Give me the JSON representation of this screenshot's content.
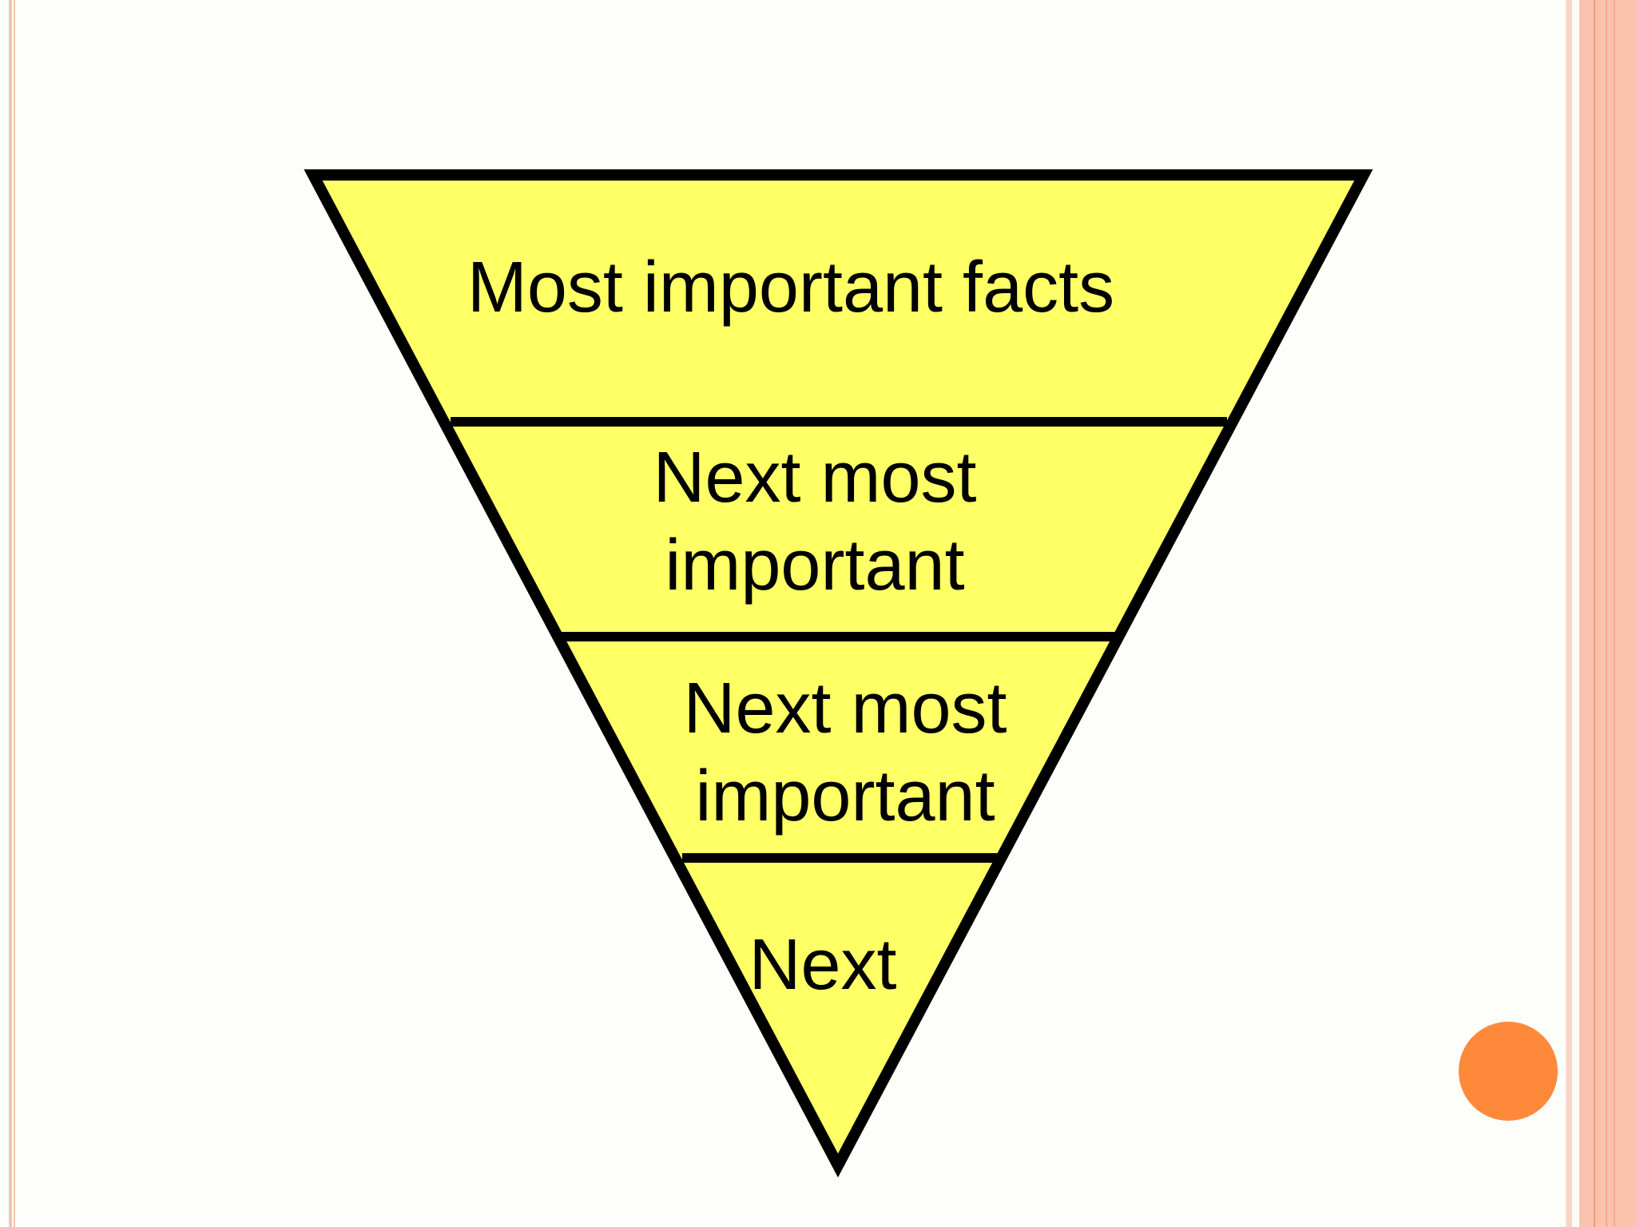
{
  "diagram": {
    "levels": [
      {
        "label": "Most important facts"
      },
      {
        "label_line1": "Next most",
        "label_line2": "important"
      },
      {
        "label_line1": "Next most",
        "label_line2": "important"
      },
      {
        "label": "Next"
      }
    ]
  },
  "colors": {
    "fill": "#ffff66",
    "outline": "#000000",
    "accent_dot": "#ff893b",
    "border_stripes": "#fbc3ad"
  }
}
